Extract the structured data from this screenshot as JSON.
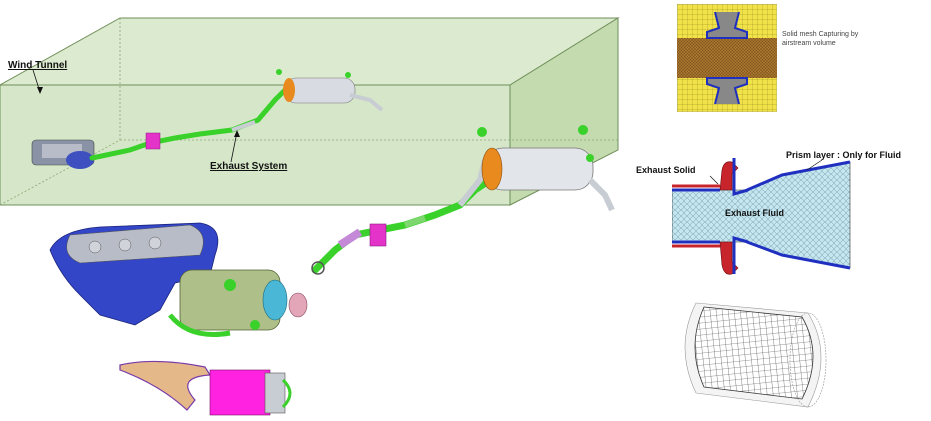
{
  "labels": {
    "wind_tunnel": "Wind Tunnel",
    "exhaust_system": "Exhaust System",
    "solid_mesh_note": "Solid mesh Capturing by airstream volume",
    "exhaust_solid": "Exhaust Solid",
    "prism_layer": "Prism layer : Only for Fluid",
    "exhaust_fluid": "Exhaust Fluid"
  },
  "colors": {
    "tunnel_fill": "#cfe3bf",
    "tunnel_edge": "#6f8f5a",
    "pipe_green": "#39d12a",
    "pipe_grey": "#c8ccd3",
    "muffler_orange": "#e88a1e",
    "flange_magenta": "#e433c9",
    "manifold_blue": "#3346c8",
    "fluid_mesh": "#bfe3ee",
    "solid_red": "#c8242c",
    "prism_blue": "#1f2fc0",
    "mesh_yellow": "#f2e24a",
    "mesh_brown": "#a8752f"
  }
}
